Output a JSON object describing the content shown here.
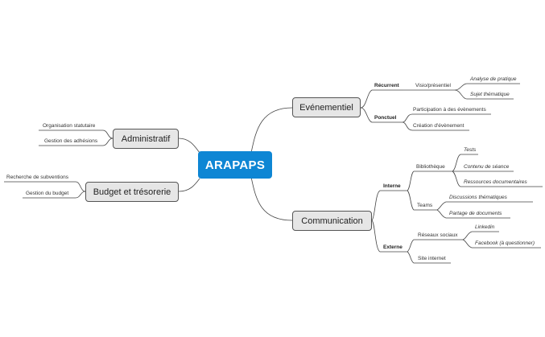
{
  "central": "ARAPAPS",
  "branches": {
    "evenementiel": {
      "title": "Evénementiel",
      "recurrent": {
        "label": "Récurrent",
        "visio": "Visio/présentiel",
        "analyse": "Analyse de pratique",
        "sujet": "Sujet thématique"
      },
      "ponctuel": {
        "label": "Ponctuel",
        "participation": "Participation à des évènements",
        "creation": "Création d'évènement"
      }
    },
    "communication": {
      "title": "Communication",
      "interne": {
        "label": "Interne",
        "bibliotheque": "Bibliothèque",
        "tests": "Tests",
        "contenu": "Contenu de séance",
        "ressources": "Ressources documentaires",
        "teams": "Teams",
        "discussions": "Discussions thématiques",
        "partage": "Partage de documents"
      },
      "externe": {
        "label": "Externe",
        "reseaux": "Réseaux sociaux",
        "linkedin": "Linkedin",
        "facebook": "Facebook (à questionner)",
        "site": "Site internet"
      }
    },
    "administratif": {
      "title": "Administratif",
      "organisation": "Organisation statutaire",
      "gestion_adhesions": "Gestion des adhésions"
    },
    "budget": {
      "title": "Budget et trésorerie",
      "subventions": "Recherche de subventions",
      "gestion_budget": "Gestion du budget"
    }
  },
  "colors": {
    "central": "#0e86d4",
    "node_fill": "#e6e6e6",
    "line": "#444444"
  }
}
